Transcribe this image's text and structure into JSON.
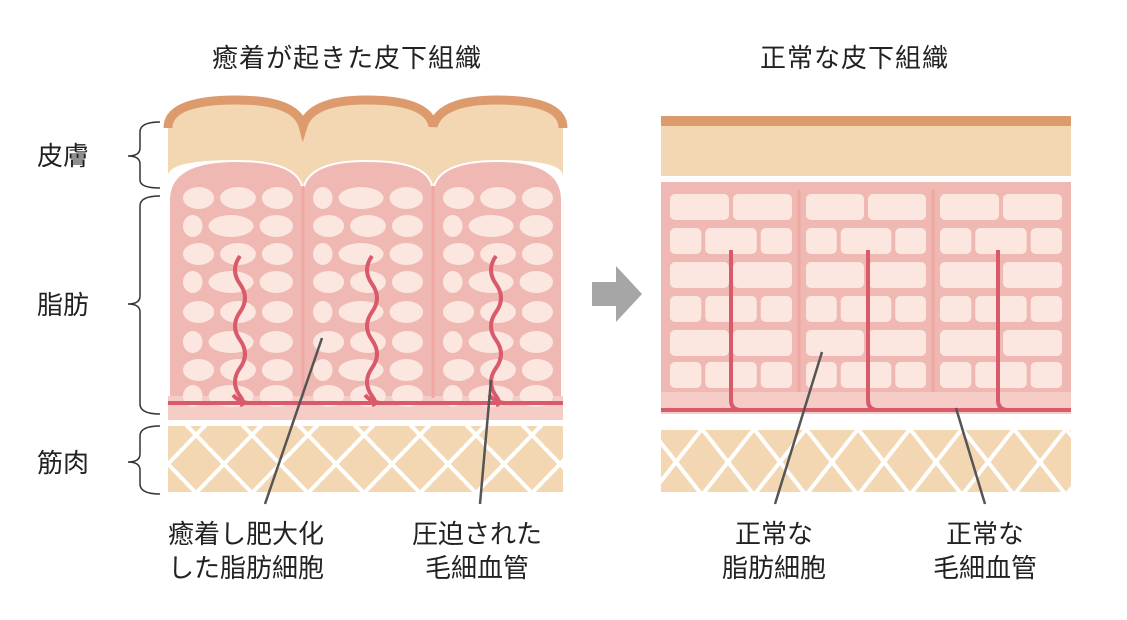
{
  "titles": {
    "left": "癒着が起きた皮下組織",
    "right": "正常な皮下組織"
  },
  "layers": {
    "skin": "皮膚",
    "fat": "脂肪",
    "muscle": "筋肉"
  },
  "captions": {
    "left_fat": [
      "癒着し肥大化",
      "した脂肪細胞"
    ],
    "left_vessel": [
      "圧迫された",
      "毛細血管"
    ],
    "right_fat": [
      "正常な",
      "脂肪細胞"
    ],
    "right_vessel": [
      "正常な",
      "毛細血管"
    ]
  },
  "colors": {
    "skin_top": "#dd9a6c",
    "skin": "#f3d7b2",
    "fat_bg": "#f0b8b2",
    "fat_bg_light": "#f5ccc6",
    "cell": "#fbe7df",
    "vessel": "#d95a6a",
    "muscle": "#f3d7b2",
    "arrow": "#a6a6a6",
    "leader": "#555555"
  }
}
